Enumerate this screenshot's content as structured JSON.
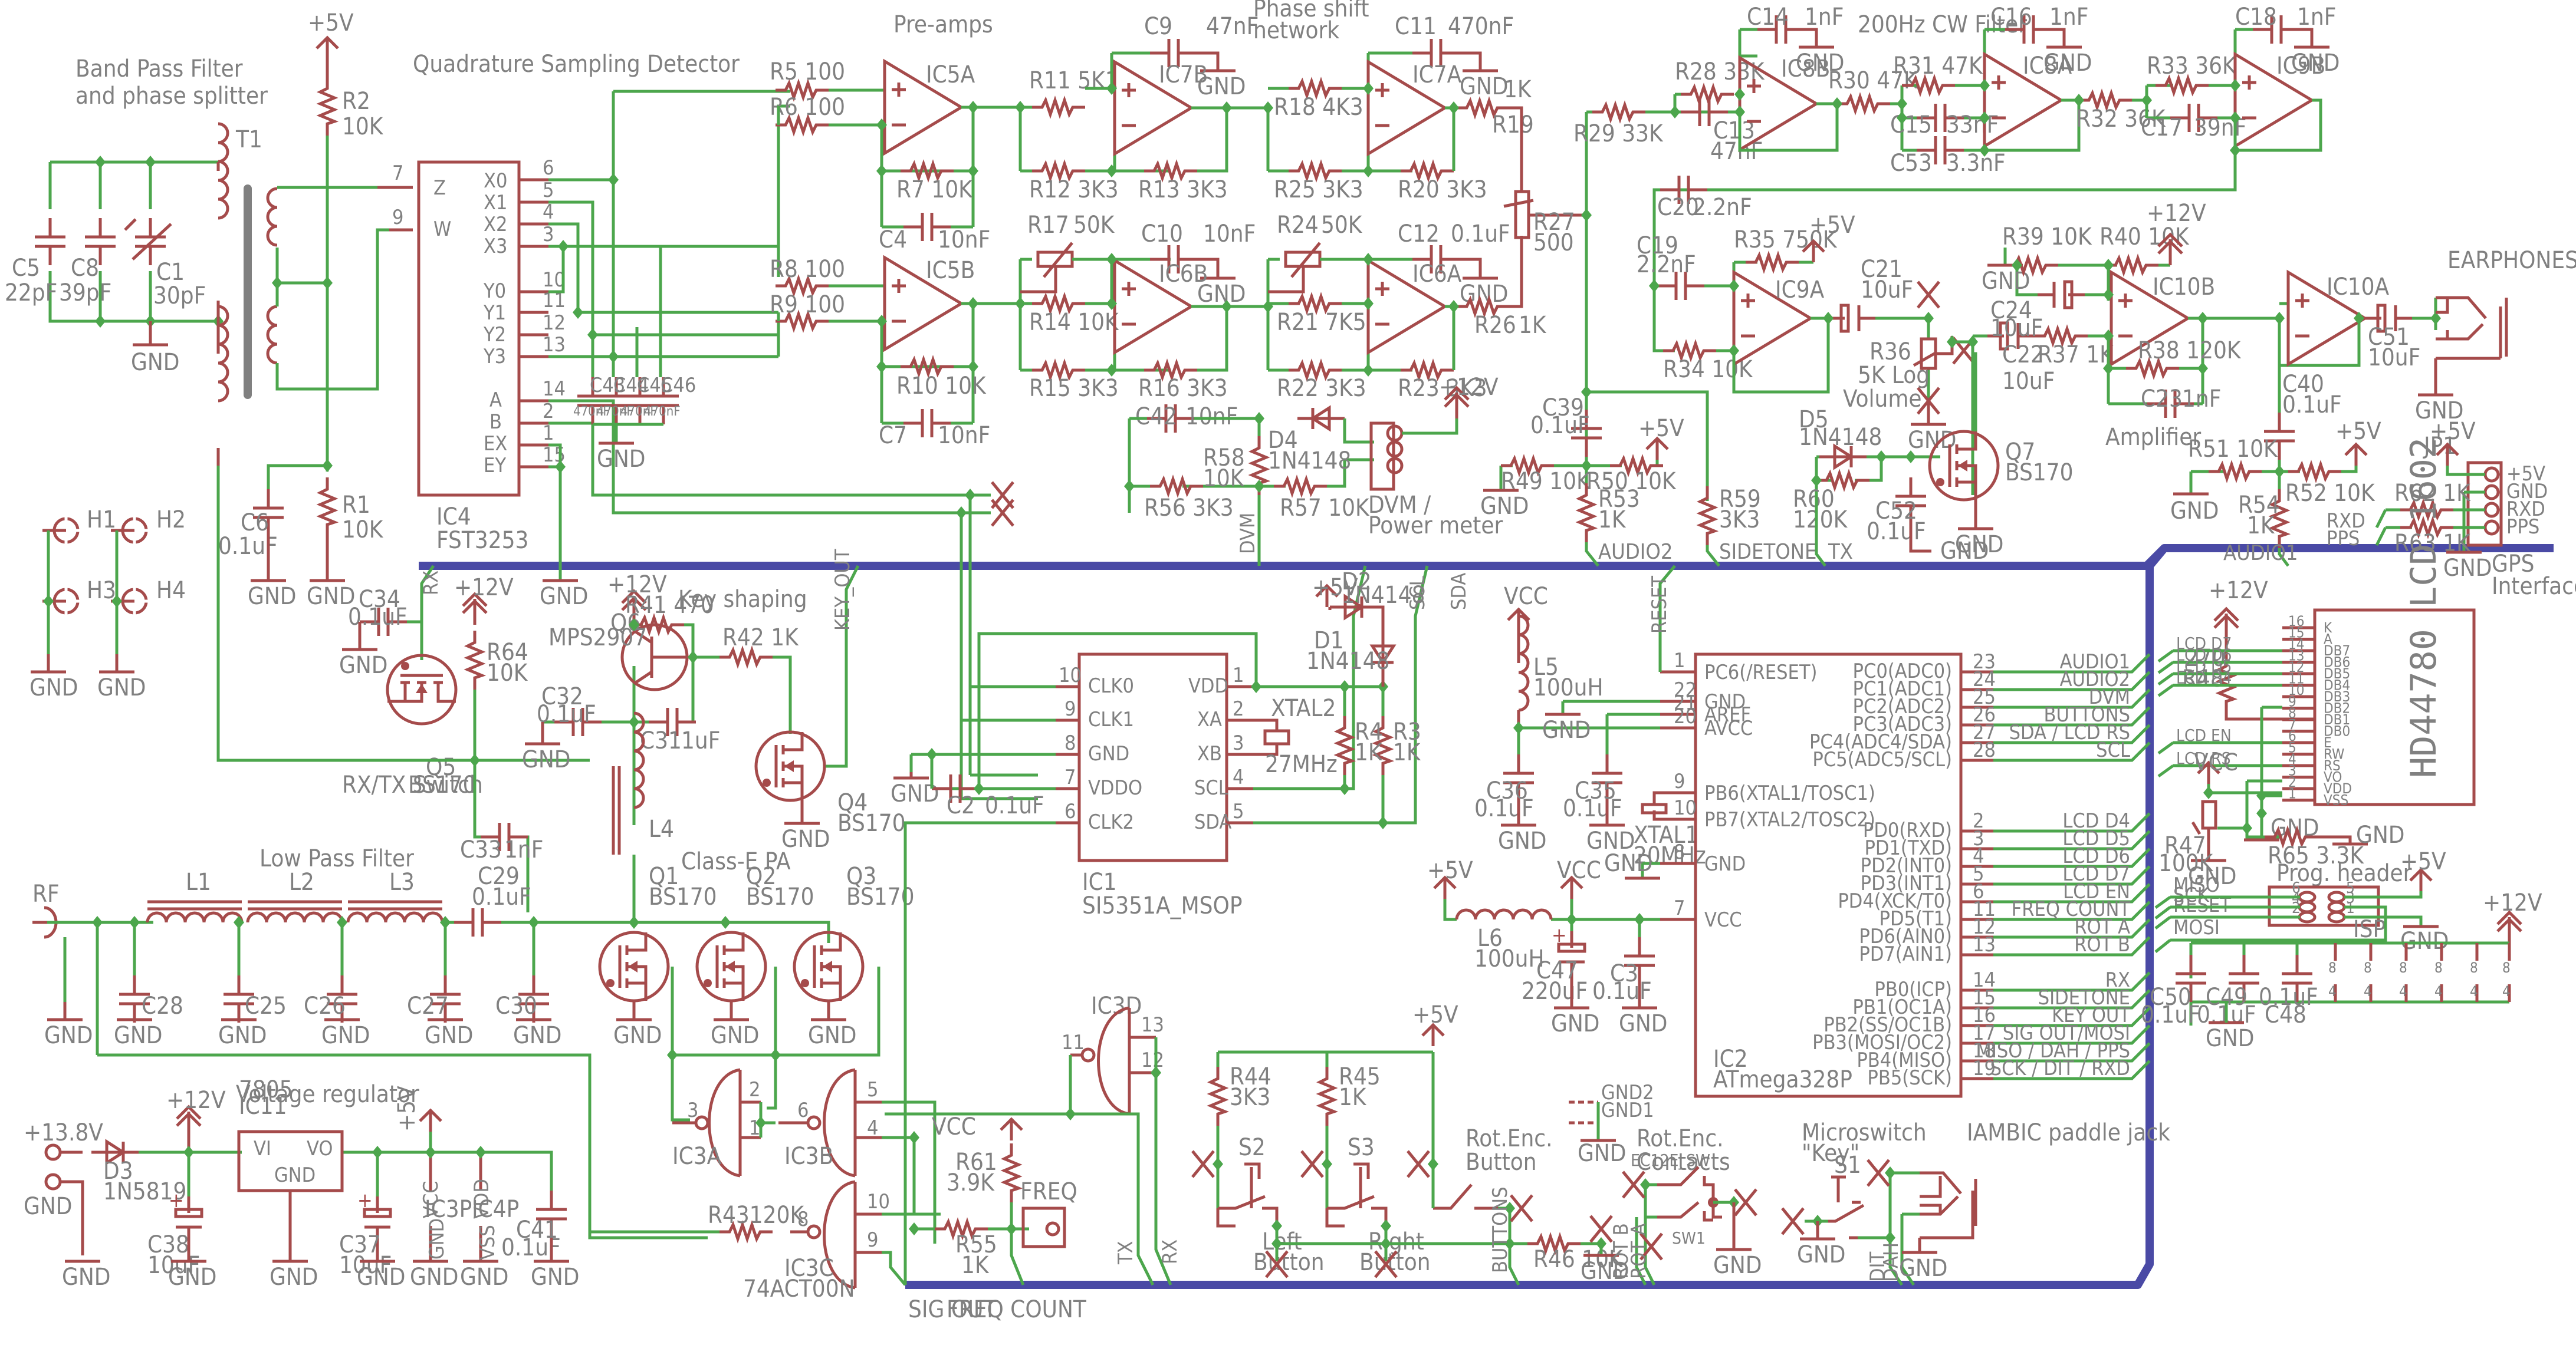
{
  "diagram": {
    "type": "electronic-schematic",
    "colors": {
      "wire": "#4ca64c",
      "part": "#a54b4b",
      "label": "#808080",
      "bus": "#4a4aa5",
      "junction": "#4ca64c"
    },
    "section_titles": {
      "bpf": "Band Pass Filter",
      "bpf2": "and phase splitter",
      "qsd": "Quadrature Sampling Detector",
      "preamps": "Pre-amps",
      "phase": "Phase shift",
      "phase2": "network",
      "cw": "200Hz CW Filter",
      "amp": "Amplifier",
      "keyshape": "Key shaping",
      "rxtx": "RX/TX Switch",
      "lpf": "Low Pass Filter",
      "classe": "Class-E PA",
      "vreg": "Voltage regulator",
      "gps": "GPS",
      "gps2": "Interface",
      "earphones": "EARPHONES",
      "prog": "Prog. header",
      "isp": "ISP",
      "micro": "Microswitch",
      "micro2": "\"Key\"",
      "iambic": "IAMBIC paddle jack",
      "rotbtn": "Rot.Enc.",
      "rotbtn2": "Button",
      "rotcont": "Rot.Enc.",
      "rotcont2": "Contacts",
      "leftbtn": "Left",
      "leftbtn2": "Button",
      "rightbtn": "Right",
      "rightbtn2": "Button",
      "dvm": "DVM /",
      "dvm2": "Power meter",
      "volume": "Volume"
    },
    "power": {
      "p5": "+5V",
      "p12": "+12V",
      "vcc": "VCC",
      "gnd": "GND",
      "p138": "+13.8V",
      "rf": "RF"
    },
    "parts": {
      "T1": "T1",
      "C5": [
        "C5",
        "22pF"
      ],
      "C8": [
        "C8",
        "39pF"
      ],
      "C1": [
        "C1",
        "30pF"
      ],
      "R2": [
        "R2",
        "10K"
      ],
      "R1": [
        "R1",
        "10K"
      ],
      "C6": [
        "C6",
        "0.1uF"
      ],
      "IC4": [
        "IC4",
        "FST3253"
      ],
      "IC4pins": {
        "Z": "Z",
        "W": "W",
        "X0": "X0",
        "X1": "X1",
        "X2": "X2",
        "X3": "X3",
        "Y0": "Y0",
        "Y1": "Y1",
        "Y2": "Y2",
        "Y3": "Y3",
        "A": "A",
        "B": "B",
        "EX": "EX",
        "EY": "EY"
      },
      "IC4nums": {
        "p7": "7",
        "p9": "9",
        "p6": "6",
        "p5": "5",
        "p4": "4",
        "p3": "3",
        "p10": "10",
        "p11": "11",
        "p12": "12",
        "p13": "13",
        "p14": "14",
        "p2": "2",
        "p1": "1",
        "p15": "15"
      },
      "C43": [
        "C43",
        "470nF"
      ],
      "C44": [
        "C44",
        "470nF"
      ],
      "C45": [
        "C45",
        "470nF"
      ],
      "C46": [
        "C46",
        "470nF"
      ],
      "R5": "R5 100",
      "R6": "R6 100",
      "R8": "R8 100",
      "R9": "R9 100",
      "IC5A": "IC5A",
      "IC5B": "IC5B",
      "IC7B": "IC7B",
      "IC6B": "IC6B",
      "IC7A": "IC7A",
      "IC6A": "IC6A",
      "R7": "R7  10K",
      "C4": [
        "C4",
        "10nF"
      ],
      "R10": "R10  10K",
      "C7": [
        "C7",
        "10nF"
      ],
      "R11": "R11  5K1",
      "R12": "R12  3K3",
      "R13": "R13  3K3",
      "C9": [
        "C9",
        "47nF"
      ],
      "R17": [
        "R17",
        "50K"
      ],
      "R14": "R14  10K",
      "R15": "R15  3K3",
      "R16": "R16  3K3",
      "C10": [
        "C10",
        "10nF"
      ],
      "R18": "R18  4K3",
      "R25": "R25  3K3",
      "R20": "R20  3K3",
      "C11": [
        "C11",
        "470nF"
      ],
      "R24": [
        "R24",
        "50K"
      ],
      "R21": "R21  7K5",
      "R22": "R22  3K3",
      "R23": "R23  3K3",
      "C12": [
        "C12",
        "0.1uF"
      ],
      "R19": [
        "1K",
        "R19"
      ],
      "R26": [
        "R26",
        "1K"
      ],
      "R27": [
        "R27",
        "500"
      ],
      "C42": [
        "C42",
        "10nF"
      ],
      "D4": [
        "D4",
        "1N4148"
      ],
      "R58": [
        "R58",
        "10K"
      ],
      "R56": "R56  3K3",
      "R57": "R57  10K",
      "C39": [
        "C39",
        "0.1uF"
      ],
      "R49": "R49  10K",
      "R50": "R50  10K",
      "R53": [
        "R53",
        "1K"
      ],
      "R59": [
        "R59",
        "3K3"
      ],
      "R29": "R29  33K",
      "R28": "R28  33K",
      "C13": [
        "C13",
        "47nF"
      ],
      "C14": [
        "C14",
        "1nF"
      ],
      "IC8B": "IC8B",
      "R30": "R30  47K",
      "R31": "R31  47K",
      "C15": [
        "C15",
        "33nF"
      ],
      "C53": [
        "C53",
        "3.3nF"
      ],
      "C16": [
        "C16",
        "1nF"
      ],
      "IC8A": "IC8A",
      "R32": "R32  36K",
      "R33": "R33  36K",
      "C17": [
        "C17",
        "39nF"
      ],
      "C18": [
        "C18",
        "1nF"
      ],
      "IC9B": "IC9B",
      "C20": [
        "C20",
        "2.2nF"
      ],
      "C19": [
        "C19",
        "2.2nF"
      ],
      "R35": "R35  750K",
      "R34": "R34  10K",
      "IC9A": "IC9A",
      "C21": [
        "C21",
        "10uF"
      ],
      "R36": [
        "R36",
        "5K Log"
      ],
      "D5": [
        "D5",
        "1N4148"
      ],
      "R60": [
        "R60",
        "120K"
      ],
      "C52": [
        "C52",
        "0.1uF"
      ],
      "Q7": [
        "Q7",
        "BS170"
      ],
      "C22": [
        "C22",
        "10uF"
      ],
      "R37": "R37  1K",
      "R39": "R39  10K",
      "R40": "R40  10K",
      "C24": [
        "C24",
        "10uF"
      ],
      "IC10B": "IC10B",
      "R38": "R38  120K",
      "C23": [
        "C23",
        "1nF"
      ],
      "IC10A": "IC10A",
      "C51": [
        "C51",
        "10uF"
      ],
      "C40": [
        "C40",
        "0.1uF"
      ],
      "R51": "R51  10K",
      "R52": "R52  10K",
      "R54": [
        "R54",
        "1K"
      ],
      "JP1": "JP1",
      "R62": "R62  1K",
      "R63": "R63  1K",
      "JP1pins": [
        "+5V",
        "GND",
        "RXD",
        "PPS"
      ],
      "H1": "H1",
      "H2": "H2",
      "H3": "H3",
      "H4": "H4",
      "C34": [
        "C34",
        "0.1uF"
      ],
      "R64": [
        "R64",
        "10K"
      ],
      "Q5": [
        "Q5",
        "BS170"
      ],
      "Q6": [
        "Q6",
        "MPS2907"
      ],
      "R41": "R41  470",
      "R42": "R42  1K",
      "C32": [
        "C32",
        "0.1uF"
      ],
      "C31": [
        "C31",
        "1uF"
      ],
      "Q4": [
        "Q4",
        "BS170"
      ],
      "L4": "L4",
      "C33": [
        "C33",
        "1nF"
      ],
      "L1": "L1",
      "L2": "L2",
      "L3": "L3",
      "C28": "C28",
      "C25": "C25",
      "C26": "C26",
      "C27": "C27",
      "C30": "C30",
      "C29": [
        "C29",
        "0.1uF"
      ],
      "Q1": [
        "Q1",
        "BS170"
      ],
      "Q2": [
        "Q2",
        "BS170"
      ],
      "Q3": [
        "Q3",
        "BS170"
      ],
      "D3": [
        "D3",
        "1N5819"
      ],
      "IC11": [
        "IC11",
        "7805"
      ],
      "IC11pins": {
        "VI": "VI",
        "VO": "VO",
        "GND": "GND"
      },
      "C38": [
        "C38",
        "10uF"
      ],
      "C37": [
        "C37",
        "10uF"
      ],
      "C41": [
        "C41",
        "0.1uF"
      ],
      "IC3P": "IC3P",
      "IC4P": "IC4P",
      "IC3Ppins": [
        "VCC",
        "GND"
      ],
      "IC4Ppins": [
        "VDD",
        "VSS"
      ],
      "IC3A": "IC3A",
      "IC3B": "IC3B",
      "IC3C": [
        "IC3C",
        "74ACT00N"
      ],
      "IC3D": "IC3D",
      "R43": "R43120K",
      "R61": [
        "R61",
        "3.9K"
      ],
      "R55": [
        "R55",
        "1K"
      ],
      "FREQ": "FREQ",
      "IC1": [
        "IC1",
        "SI5351A_MSOP"
      ],
      "IC1pins": {
        "l": [
          "CLK0",
          "CLK1",
          "GND",
          "VDDO",
          "CLK2"
        ],
        "r": [
          "VDD",
          "XA",
          "XB",
          "SCL",
          "SDA"
        ],
        "ln": [
          "10",
          "9",
          "8",
          "7",
          "6"
        ],
        "rn": [
          "1",
          "2",
          "3",
          "4",
          "5"
        ]
      },
      "C2": [
        "C2",
        "0.1uF"
      ],
      "XTAL2": [
        "XTAL2",
        "27MHz"
      ],
      "D1": [
        "D1",
        "1N4148"
      ],
      "D2": [
        "D2",
        "1N4148"
      ],
      "R4": [
        "R4",
        "1K"
      ],
      "R3": [
        "R3",
        "1K"
      ],
      "L5": [
        "L5",
        "100uH"
      ],
      "L6": [
        "L6",
        "100uH"
      ],
      "C36": [
        "C36",
        "0.1uF"
      ],
      "C35": [
        "C35",
        "0.1uF"
      ],
      "C47": [
        "C47",
        "220uF"
      ],
      "C3": [
        "C3",
        "0.1uF"
      ],
      "XTAL1": [
        "XTAL1",
        "20MHz"
      ],
      "IC2": [
        "IC2",
        "ATmega328P"
      ],
      "IC2left": [
        {
          "n": "1",
          "l": "PC6(/RESET)"
        },
        {
          "n": "22",
          "l": "GND"
        },
        {
          "n": "21",
          "l": "AREF"
        },
        {
          "n": "20",
          "l": "AVCC"
        },
        {
          "n": "9",
          "l": "PB6(XTAL1/TOSC1)"
        },
        {
          "n": "10",
          "l": "PB7(XTAL2/TOSC2)"
        },
        {
          "n": "8",
          "l": "GND"
        },
        {
          "n": "7",
          "l": "VCC"
        }
      ],
      "IC2right": [
        {
          "n": "23",
          "l": "PC0(ADC0)",
          "net": "AUDIO1"
        },
        {
          "n": "24",
          "l": "PC1(ADC1)",
          "net": "AUDIO2"
        },
        {
          "n": "25",
          "l": "PC2(ADC2)",
          "net": "DVM"
        },
        {
          "n": "26",
          "l": "PC3(ADC3)",
          "net": "BUTTONS"
        },
        {
          "n": "27",
          "l": "PC4(ADC4/SDA)",
          "net": "SDA / LCD RS"
        },
        {
          "n": "28",
          "l": "PC5(ADC5/SCL)",
          "net": "SCL"
        },
        {
          "n": "2",
          "l": "PD0(RXD)",
          "net": "LCD D4"
        },
        {
          "n": "3",
          "l": "PD1(TXD)",
          "net": "LCD D5"
        },
        {
          "n": "4",
          "l": "PD2(INT0)",
          "net": "LCD D6"
        },
        {
          "n": "5",
          "l": "PD3(INT1)",
          "net": "LCD D7"
        },
        {
          "n": "6",
          "l": "PD4(XCK/T0)",
          "net": "LCD EN"
        },
        {
          "n": "11",
          "l": "PD5(T1)",
          "net": "FREQ COUNT"
        },
        {
          "n": "12",
          "l": "PD6(AIN0)",
          "net": "ROT A"
        },
        {
          "n": "13",
          "l": "PD7(AIN1)",
          "net": "ROT B"
        },
        {
          "n": "14",
          "l": "PB0(ICP)",
          "net": "RX"
        },
        {
          "n": "15",
          "l": "PB1(OC1A)",
          "net": "SIDETONE"
        },
        {
          "n": "16",
          "l": "PB2(SS/OC1B)",
          "net": "KEY OUT"
        },
        {
          "n": "17",
          "l": "PB3(MOSI/OC2)",
          "net": "SIG OUT/MOSI"
        },
        {
          "n": "18",
          "l": "PB4(MISO)",
          "net": "MISO / DAH / PPS"
        },
        {
          "n": "19",
          "l": "PB5(SCK)",
          "net": "SCK / DIT / RXD"
        }
      ],
      "R48": [
        "270",
        "R48"
      ],
      "R47": [
        "R47",
        "100K"
      ],
      "R65": "R65 3.3K",
      "LCD": "HD44780 LCD 1602",
      "LCDpins": [
        {
          "n": "16",
          "l": "K"
        },
        {
          "n": "15",
          "l": "A"
        },
        {
          "n": "14",
          "l": "DB7",
          "net": "LCD D7"
        },
        {
          "n": "13",
          "l": "DB6",
          "net": "LCD D6"
        },
        {
          "n": "12",
          "l": "DB5",
          "net": "LCD D5"
        },
        {
          "n": "11",
          "l": "DB4",
          "net": "LCD D4"
        },
        {
          "n": "10",
          "l": "DB3"
        },
        {
          "n": "9",
          "l": "DB2"
        },
        {
          "n": "8",
          "l": "DB1"
        },
        {
          "n": "7",
          "l": "DB0"
        },
        {
          "n": "6",
          "l": "E",
          "net": "LCD EN"
        },
        {
          "n": "5",
          "l": "RW"
        },
        {
          "n": "4",
          "l": "RS",
          "net": "LCD RS"
        },
        {
          "n": "3",
          "l": "VO"
        },
        {
          "n": "2",
          "l": "VDD"
        },
        {
          "n": "1",
          "l": "VSS"
        }
      ],
      "ISPnets": [
        "MISO",
        "SCK",
        "RESET",
        "MOSI"
      ],
      "ISPpins": [
        "6",
        "4",
        "2",
        "5",
        "3",
        "1"
      ],
      "C50": [
        "C50",
        "0.1uF"
      ],
      "C49": [
        "C49",
        "0.1uF"
      ],
      "C48": [
        "0.1uF",
        "C48"
      ],
      "decouple_top": "8",
      "decouple_bot": "4",
      "S2": "S2",
      "S3": "S3",
      "S1": "S1",
      "R44": [
        "R44",
        "3K3"
      ],
      "R45": [
        "R45",
        "1K"
      ],
      "R46": "R46  10K",
      "SW1": [
        "EC12E_SW",
        "SW1"
      ],
      "GNDx": [
        "GND2",
        "GND1"
      ]
    },
    "nets": {
      "rx": "RX",
      "tx": "TX",
      "key_out": "KEY_OUT",
      "scl": "SCL",
      "sda": "SDA",
      "reset": "RESET",
      "dvm": "DVM",
      "audio1": "AUDIO1",
      "audio2": "AUDIO2",
      "sidetone": "SIDETONE",
      "buttons": "BUTTONS",
      "rota": "ROT A",
      "rotb": "ROT B",
      "dit": "DIT",
      "dah": "DAH",
      "sigout": "SIG OUT",
      "freqcount": "FREQ COUNT",
      "rxd": "RXD",
      "pps": "PPS"
    }
  }
}
